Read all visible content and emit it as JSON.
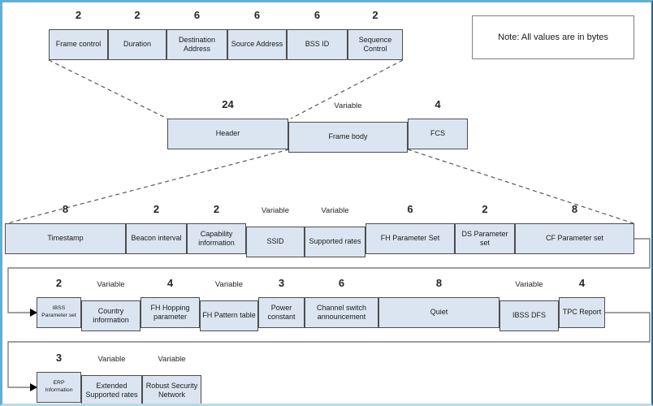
{
  "note": {
    "text": "Note: All values are in bytes"
  },
  "colors": {
    "cell_fill": "#dbe5f1",
    "cell_border": "#4d4d4d",
    "dashed_line": "#595959",
    "connector_line": "#7f7f7f",
    "arrow": "#000000",
    "frame_border_top_left": "#5fb0d6",
    "frame_border_right": "#26648e",
    "frame_border_bottom": "#b9dae5"
  },
  "rows": [
    {
      "name": "mac-header-fields",
      "cells": [
        {
          "size": "2",
          "label": "Frame control"
        },
        {
          "size": "2",
          "label": "Duration"
        },
        {
          "size": "6",
          "label": "Destination Address"
        },
        {
          "size": "6",
          "label": "Source Address"
        },
        {
          "size": "6",
          "label": "BSS ID"
        },
        {
          "size": "2",
          "label": "Sequence Control"
        }
      ]
    },
    {
      "name": "frame-overview",
      "cells": [
        {
          "size": "24",
          "label": "Header"
        },
        {
          "size": "Variable",
          "label": "Frame body"
        },
        {
          "size": "4",
          "label": "FCS"
        }
      ]
    },
    {
      "name": "frame-body-fields-1",
      "cells": [
        {
          "size": "8",
          "label": "Timestamp"
        },
        {
          "size": "2",
          "label": "Beacon interval"
        },
        {
          "size": "2",
          "label": "Capability information"
        },
        {
          "size": "Variable",
          "label": "SSID"
        },
        {
          "size": "Variable",
          "label": "Supported rates"
        },
        {
          "size": "6",
          "label": "FH Parameter Set"
        },
        {
          "size": "2",
          "label": "DS Parameter set"
        },
        {
          "size": "8",
          "label": "CF Parameter set"
        }
      ]
    },
    {
      "name": "frame-body-fields-2",
      "cells": [
        {
          "size": "2",
          "label": "IBSS Parameter set",
          "small": true
        },
        {
          "size": "Variable",
          "label": "Country information"
        },
        {
          "size": "4",
          "label": "FH Hopping parameter"
        },
        {
          "size": "Variable",
          "label": "FH Pattern table"
        },
        {
          "size": "3",
          "label": "Power constant"
        },
        {
          "size": "6",
          "label": "Channel switch announcement"
        },
        {
          "size": "8",
          "label": "Quiet"
        },
        {
          "size": "Variable",
          "label": "IBSS DFS"
        },
        {
          "size": "4",
          "label": "TPC Report"
        }
      ]
    },
    {
      "name": "frame-body-fields-3",
      "cells": [
        {
          "size": "3",
          "label": "ERP Information",
          "small": true
        },
        {
          "size": "Variable",
          "label": "Extended Supported rates"
        },
        {
          "size": "Variable",
          "label": "Robust Security Network"
        }
      ]
    }
  ]
}
